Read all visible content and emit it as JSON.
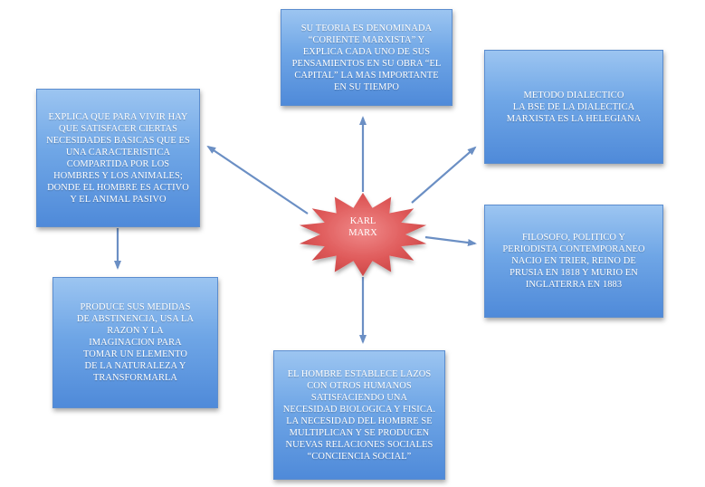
{
  "center": {
    "label": "KARL\nMARX"
  },
  "boxes": {
    "top": "SU TEORIA ES DENOMINADA\n“CORIENTE MARXISTA” Y\nEXPLICA CADA UNO DE SUS\nPENSAMIENTOS EN SU OBRA “EL\nCAPITAL” LA MAS IMPORTANTE\nEN SU TIEMPO",
    "top_right": "METODO DIALECTICO\nLA BSE DE LA DIALECTICA\nMARXISTA ES LA HELEGIANA",
    "left": "EXPLICA QUE PARA VIVIR HAY\nQUE SATISFACER CIERTAS\nNECESIDADES BASICAS QUE ES\nUNA CARACTERISTICA\nCOMPARTIDA POR LOS\nHOMBRES Y LOS ANIMALES;\nDONDE EL HOMBRE ES ACTIVO\nY EL ANIMAL PASIVO",
    "right": "FILOSOFO, POLITICO Y\nPERIODISTA CONTEMPORANEO\nNACIO EN TRIER, REINO DE\nPRUSIA EN 1818 Y MURIO EN\nINGLATERRA EN 1883",
    "bottom_left": "PRODUCE SUS MEDIDAS\nDE ABSTINENCIA, USA LA\nRAZON Y LA\nIMAGINACION PARA\nTOMAR UN ELEMENTO\nDE LA NATURALEZA Y\nTRANSFORMARLA",
    "bottom": "EL HOMBRE ESTABLECE LAZOS\nCON OTROS HUMANOS\nSATISFACIENDO UNA\nNECESIDAD BIOLOGICA Y FISICA.\nLA NECESIDAD DEL HOMBRE SE\nMULTIPLICAN Y SE PRODUCEN\nNUEVAS RELACIONES SOCIALES\n“CONCIENCIA SOCIAL”"
  },
  "colors": {
    "box_fill": "#6fa6e6",
    "star_fill": "#e05b5b",
    "arrow": "#6b8fc4"
  }
}
